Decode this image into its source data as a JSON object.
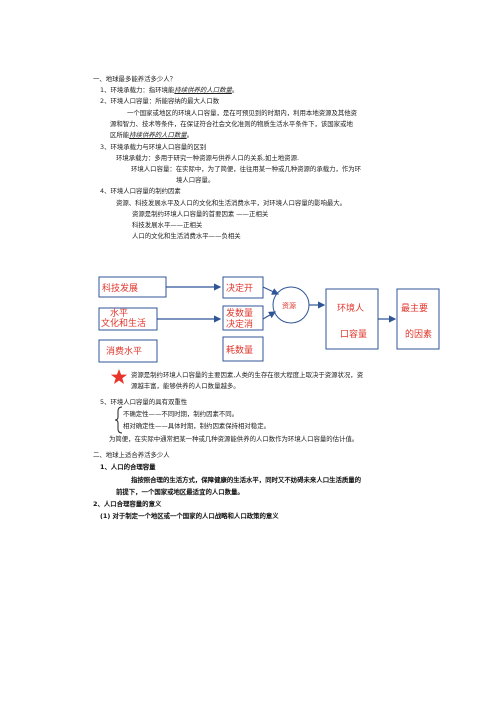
{
  "section1": {
    "heading": "一、地球最多能养活多少人？",
    "item1_prefix": "1、环境承载力：指环境能",
    "item1_em": "持续供养的人口数量",
    "item1_suffix": "。",
    "item2": "2、环境人口容量：所能容纳的最大人口数",
    "item2_desc_1": "一个国家或地区的环境人口容量，是在可预见到的时期内，利用本地资源及其他资",
    "item2_desc_2": "源和智力、技术等条件，在保证符合社会文化准则的物质生活水平条件下，该国家或地",
    "item2_desc_3_prefix": "区所能",
    "item2_desc_3_em": "持续供养的人口数量",
    "item2_desc_3_suffix": "。",
    "item3": "3、环境承载力与环境人口容量的区别",
    "item3_a": "环境承载力：多用于研究一种资源与供养人口的关系,如土地资源.",
    "item3_b_1": "环境人口容量：在实际中，为了简便，往往用某一种或几种资源的承载力，作为环",
    "item3_b_2": "境人口容量。",
    "item4": "4、环境人口容量的制约因素",
    "item4_desc": "资源、科技发展水平及人口的文化和生活消费水平，对环境人口容量的影响最大。",
    "item4_rel_title": "资源是制约环境人口容量的首要因素 ——正相关",
    "item4_rel_2": "科技发展水平——正相关",
    "item4_rel_3": "人口的文化和生活消费水平——负相关"
  },
  "diagram": {
    "tech": "科技发展",
    "tech_level": "水平",
    "culture": "文化和生活",
    "consume": "消费水平",
    "develop": "决定开",
    "develop_count": "发数量",
    "decide_use": "决定消",
    "use_count": "耗数量",
    "resource": "资源",
    "env": "环境人",
    "capacity": "口容量",
    "most": "最主要",
    "factor": "的因素",
    "colors": {
      "border": "#2f5597",
      "text": "#e0362c",
      "arrow": "#2f5597",
      "star": "#e8342a"
    }
  },
  "after": {
    "star_text_1": "资源是制约环境人口容量的主要因素,人类的生存在很大程度上取决于资源状况，资",
    "star_text_2": "源越丰富，能够供养的人口数量越多。",
    "item5": "5、环境人口容量的具有双重性",
    "item5_a": "不确定性——不同时期，制约因素不同。",
    "item5_b": "相对确定性——具体时期，制约因素保持相对稳定。",
    "item5_note": "为简便，在实际中通常把某一种或几种资源能供养的人口数作为环境人口容量的估计值。"
  },
  "section2": {
    "heading": "二、地球上适合养活多少人",
    "item1": "1、人口的合理容量",
    "item1_desc_1": "指按照合理的生活方式，保障健康的生活水平，同时又不妨碍未来人口生活质量的",
    "item1_desc_2": "前提下，一个国家或地区最适宜的人口数量。",
    "item2": "2、人口合理容量的意义",
    "item2_a": "(1) 对于制定一个地区或一个国家的人口战略和人口政策的意义"
  }
}
